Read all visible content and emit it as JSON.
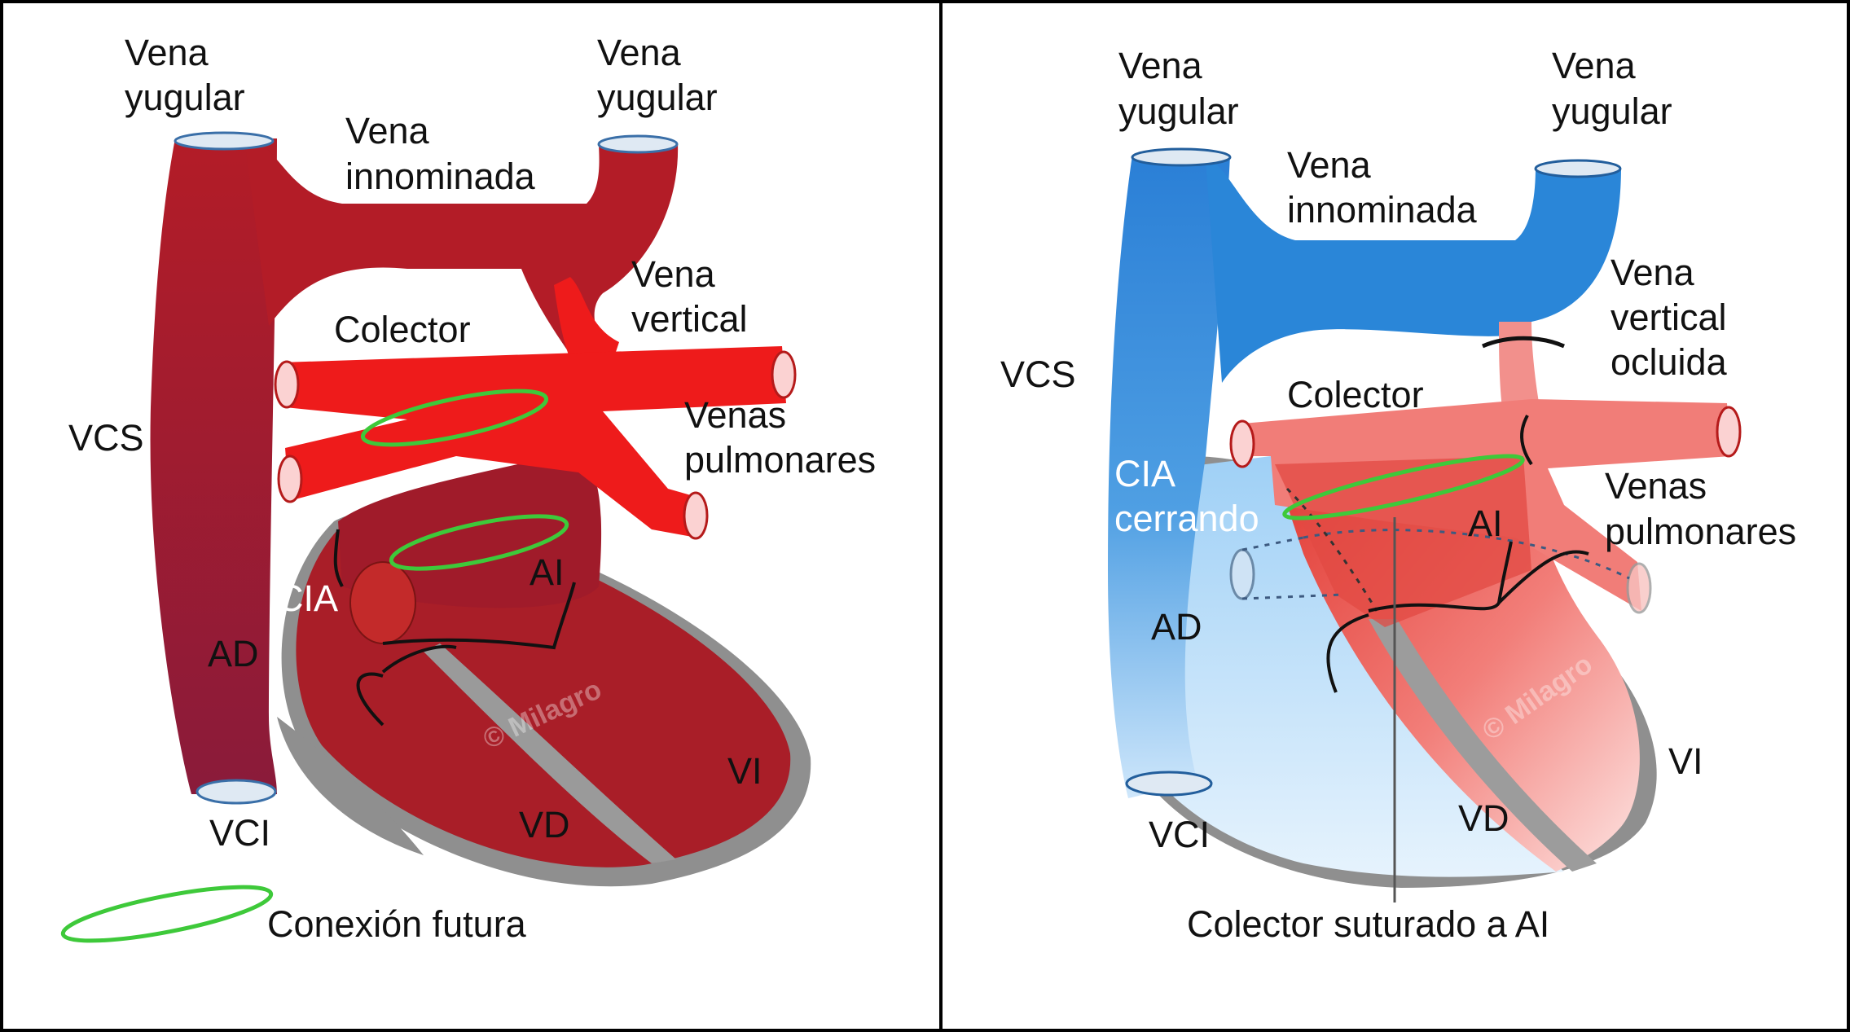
{
  "left_panel": {
    "labels": {
      "jugular_left": [
        "Vena",
        "yugular"
      ],
      "jugular_right": [
        "Vena",
        "yugular"
      ],
      "innominate": [
        "Vena",
        "innominada"
      ],
      "vertical": [
        "Vena",
        "vertical"
      ],
      "collector": "Colector",
      "pulmonary": [
        "Venas",
        "pulmonares"
      ],
      "svc": "VCS",
      "asd": "CIA",
      "la": "AI",
      "ra": "AD",
      "lv": "VI",
      "rv": "VD",
      "ivc": "VCI",
      "legend": "Conexión futura"
    },
    "watermark": "© Milagro"
  },
  "right_panel": {
    "labels": {
      "jugular_left": [
        "Vena",
        "yugular"
      ],
      "jugular_right": [
        "Vena",
        "yugular"
      ],
      "innominate": [
        "Vena",
        "innominada"
      ],
      "vertical": [
        "Vena",
        "vertical",
        "ocluida"
      ],
      "svc": "VCS",
      "collector": "Colector",
      "asd": [
        "CIA",
        "cerrando"
      ],
      "la": "AI",
      "pulmonary": [
        "Venas",
        "pulmonares"
      ],
      "ra": "AD",
      "lv": "VI",
      "rv": "VD",
      "ivc": "VCI",
      "caption": "Colector suturado a AI"
    },
    "watermark": "© Milagro"
  },
  "colors": {
    "venous_dark_red": "#a01b2a",
    "collector_red": "#ee1b1b",
    "systemic_blue": "#2a86d8",
    "oxygenated_pink": "#f17d78",
    "septum_gray": "#8c8c8c",
    "future_connection_green": "#3ec93a"
  }
}
